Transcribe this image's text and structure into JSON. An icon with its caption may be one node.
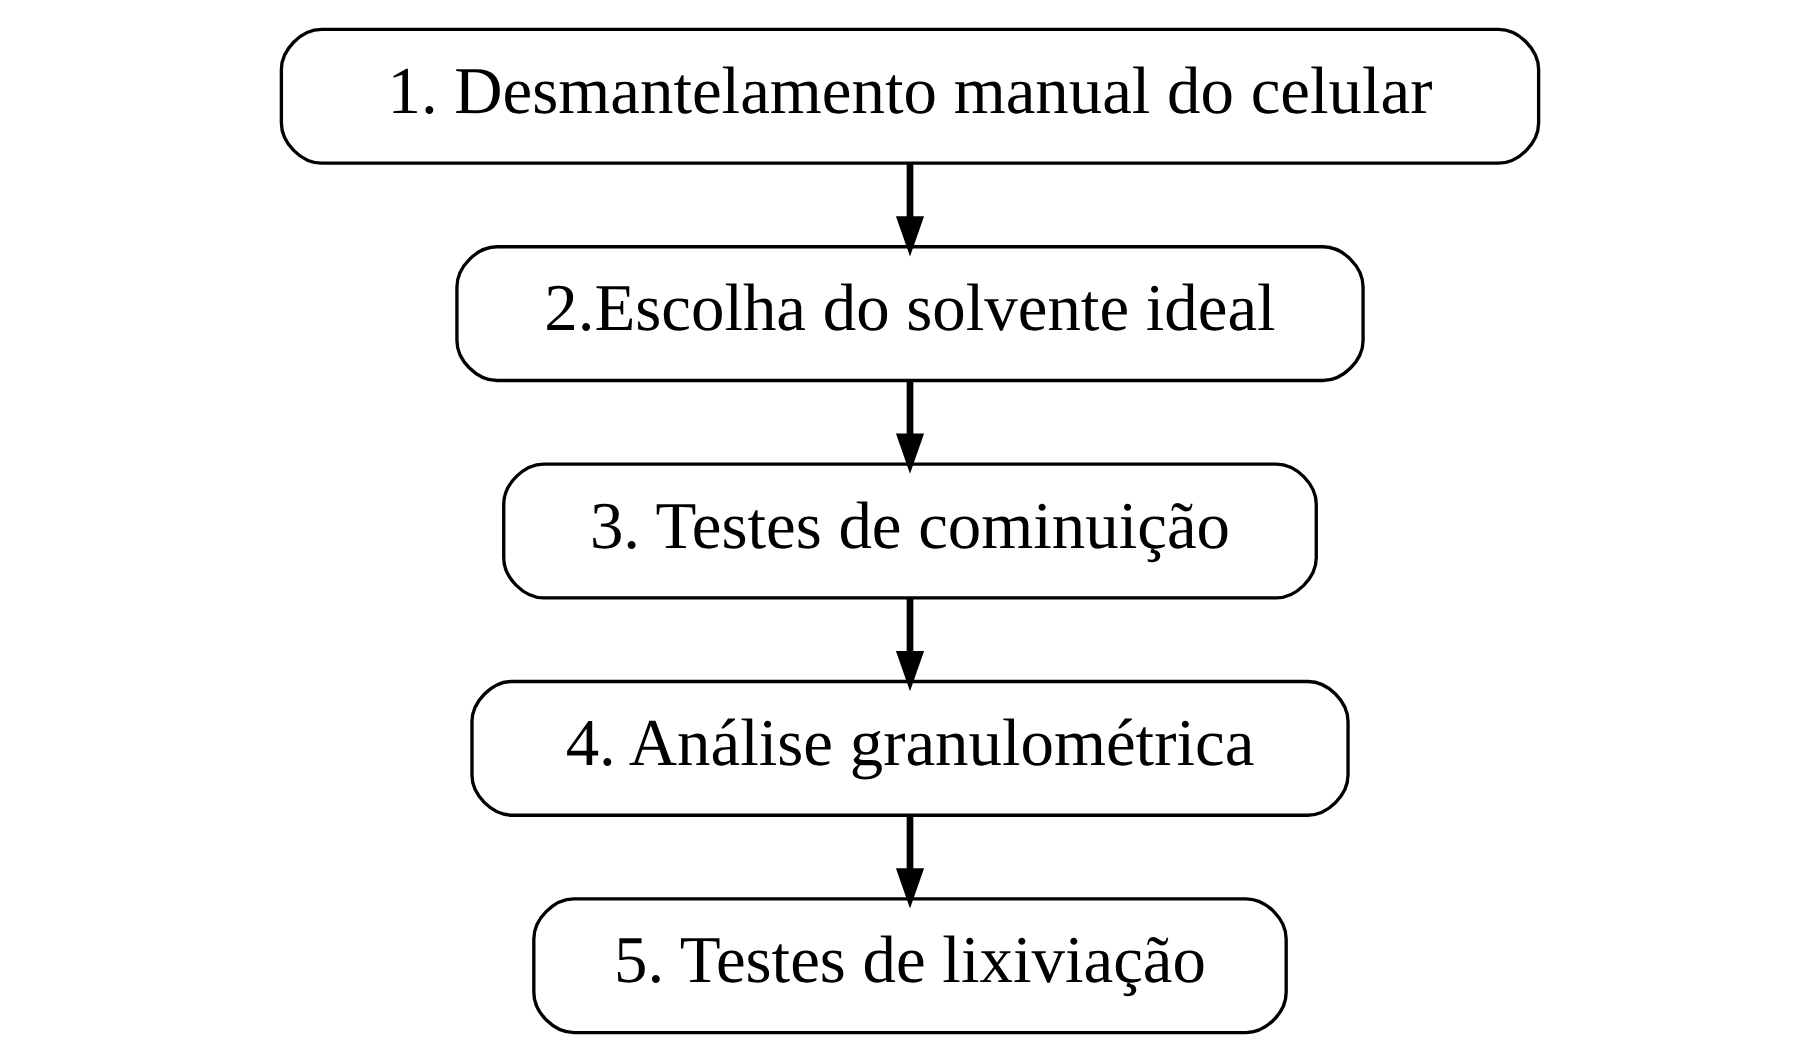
{
  "diagram": {
    "nodes": [
      {
        "text": [
          "1. Desmantelamento manual do celular"
        ]
      },
      {
        "text": [
          "2.Escolha do solvente ideal"
        ]
      },
      {
        "text": [
          "3. Testes de cominuição"
        ]
      },
      {
        "text": [
          "4. Análise granulométrica"
        ]
      },
      {
        "text": [
          "5. Testes de lixiviação"
        ]
      }
    ],
    "edges": [
      {
        "from": 0,
        "to": 1,
        "arrow": "to"
      },
      {
        "from": 1,
        "to": 2,
        "arrow": "to"
      },
      {
        "from": 2,
        "to": 3,
        "arrow": "to"
      },
      {
        "from": 3,
        "to": 4,
        "arrow": "to"
      }
    ]
  }
}
